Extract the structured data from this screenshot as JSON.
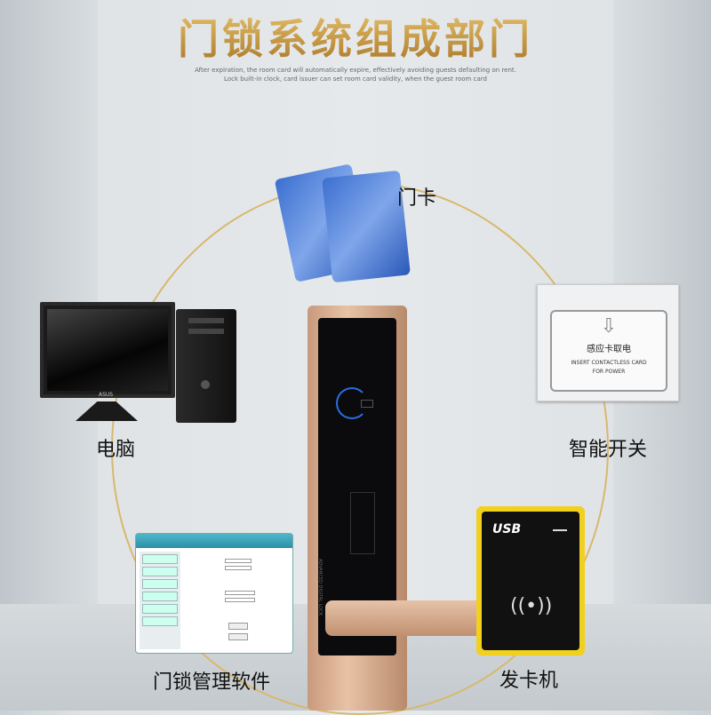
{
  "title": "门锁系统组成部门",
  "subtitle": [
    "After expiration, the room card will automatically expire, effectively avoiding guests defaulting on rent.",
    "Lock built-in clock, card issuer can set room card validity, when the guest room card"
  ],
  "components": {
    "card": {
      "label": "门卡"
    },
    "computer": {
      "label": "电脑",
      "brand": "ASUS"
    },
    "switch": {
      "label": "智能开关",
      "cn_text": "感应卡取电",
      "en_text": "INSERT CONTACTLESS CARD",
      "en_text2": "FOR POWER"
    },
    "software": {
      "label": "门锁管理软件"
    },
    "lock": {
      "engraving": "ADVANCED DIGITAL LOCK"
    },
    "reader": {
      "label": "发卡机",
      "logo": "USB"
    }
  },
  "colors": {
    "gold": "#c79a3c",
    "ring": "#d8b86e",
    "reader": "#f2d01e"
  }
}
